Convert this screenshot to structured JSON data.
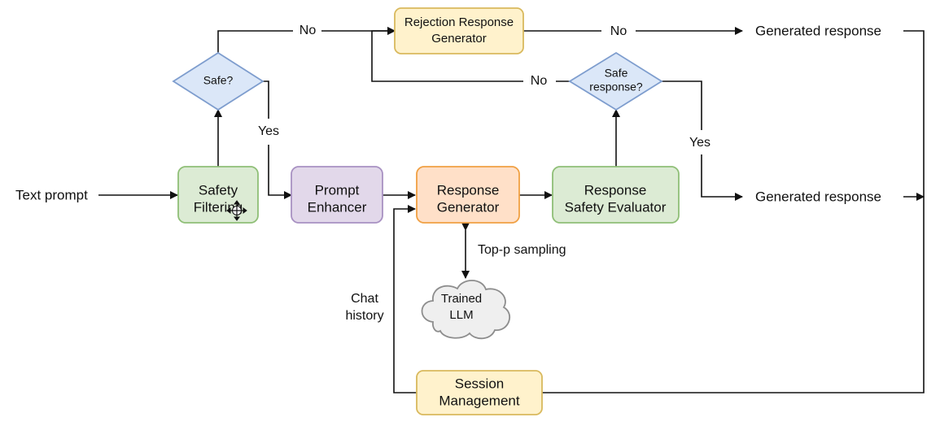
{
  "inputs": {
    "text_prompt": "Text prompt"
  },
  "nodes": {
    "safety_filtering": [
      "Safety",
      "Filtering"
    ],
    "prompt_enhancer": [
      "Prompt",
      "Enhancer"
    ],
    "response_generator": [
      "Response",
      "Generator"
    ],
    "response_safety_evaluator": [
      "Response",
      "Safety Evaluator"
    ],
    "rejection_response_generator": [
      "Rejection Response",
      "Generator"
    ],
    "session_management": [
      "Session",
      "Management"
    ],
    "trained_llm": [
      "Trained",
      "LLM"
    ]
  },
  "decisions": {
    "safe": [
      "Safe?"
    ],
    "safe_response": [
      "Safe",
      "response?"
    ]
  },
  "edge_labels": {
    "safe_no": "No",
    "safe_yes": "Yes",
    "rejection_no": "No",
    "safe_response_no": "No",
    "safe_response_yes": "Yes",
    "top_p_sampling": "Top-p sampling",
    "chat_history": [
      "Chat",
      "history"
    ]
  },
  "outputs": {
    "generated_response_top": "Generated response",
    "generated_response_bottom": "Generated response"
  },
  "colors": {
    "line": "#111111",
    "green_fill": "#dcebd4",
    "green_stroke": "#8fbf77",
    "purple_fill": "#e2d8ea",
    "purple_stroke": "#a891c2",
    "orange_fill": "#ffe0c8",
    "orange_stroke": "#f0a043",
    "yellow_fill": "#fff2cc",
    "yellow_stroke": "#d9b95d",
    "blue_fill": "#dbe7f8",
    "blue_stroke": "#7e9dce",
    "cloud_fill": "#efefef",
    "cloud_stroke": "#8d8d8d"
  },
  "icons": {
    "cursor": "move-cursor-icon"
  }
}
